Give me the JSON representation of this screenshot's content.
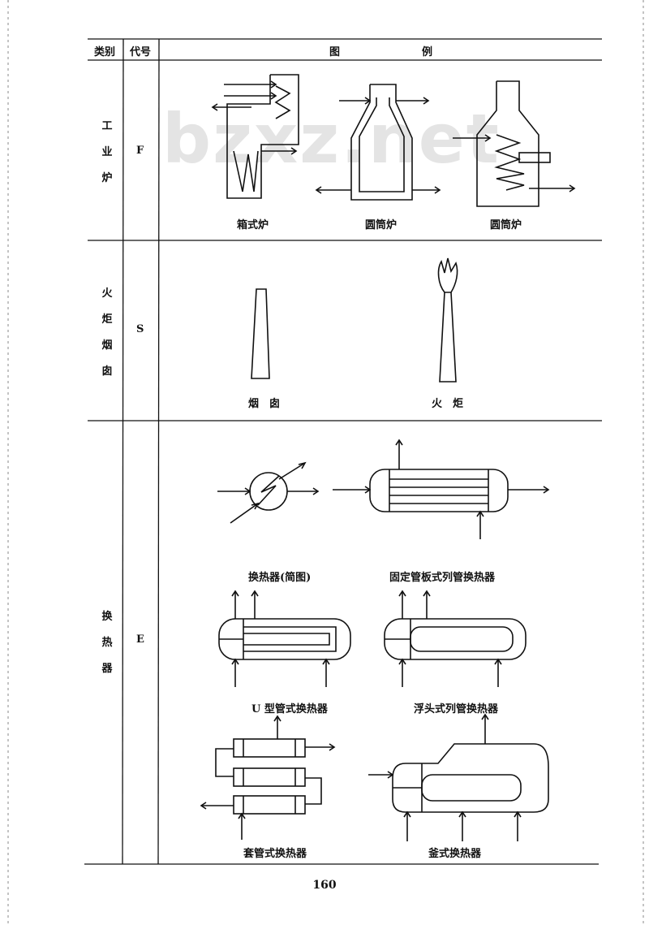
{
  "watermark": "bzxz.net",
  "header": {
    "col_category": "类别",
    "col_code": "代号",
    "col_legend": "图",
    "col_legend2": "例"
  },
  "rows": [
    {
      "category_chars": [
        "工",
        "业",
        "炉"
      ],
      "code": "F",
      "captions": [
        "箱式炉",
        "圆筒炉",
        "圆筒炉"
      ]
    },
    {
      "category_chars": [
        "火",
        "炬",
        "烟",
        "囱"
      ],
      "code": "S",
      "captions": [
        "烟　囱",
        "火　炬"
      ]
    },
    {
      "category_chars": [
        "换",
        "热",
        "器"
      ],
      "code": "E",
      "captions": [
        "换热器(简图)",
        "固定管板式列管换热器",
        "U 型管式换热器",
        "浮头式列管换热器",
        "套管式换热器",
        "釜式换热器"
      ]
    }
  ],
  "page_number": "160"
}
